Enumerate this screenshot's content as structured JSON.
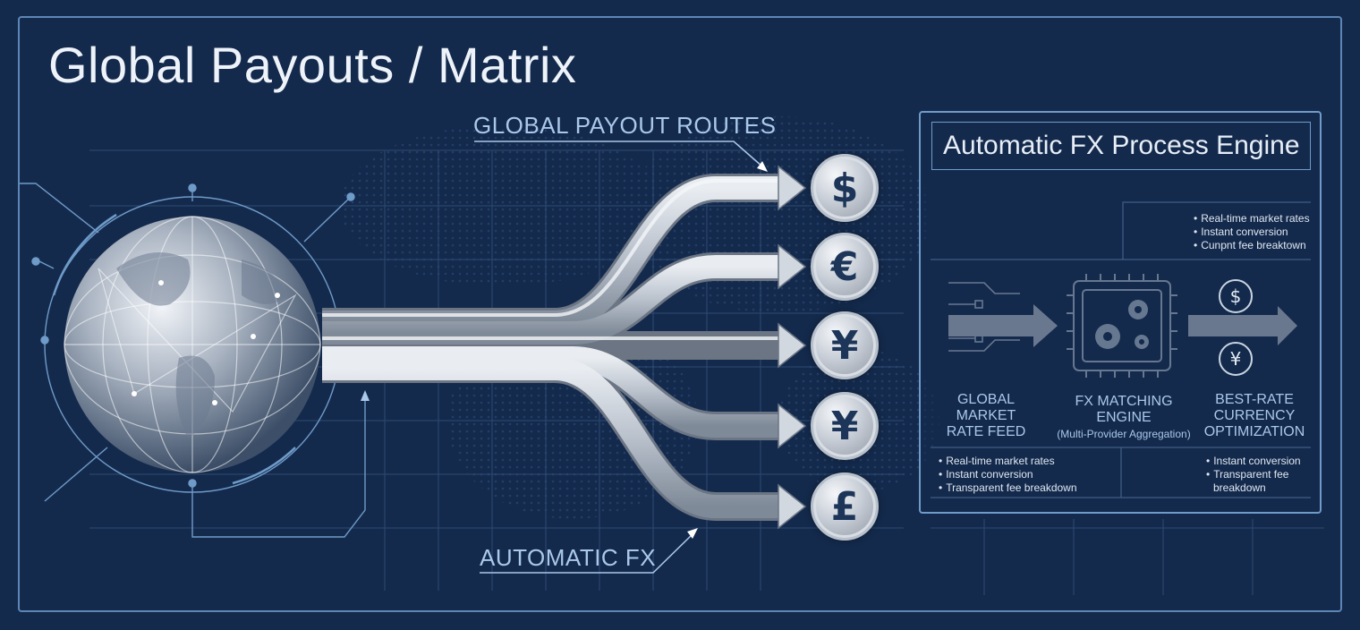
{
  "title": "Global Payouts / Matrix",
  "labels": {
    "routes": "GLOBAL PAYOUT ROUTES",
    "auto_fx": "AUTOMATIC FX"
  },
  "coins": [
    {
      "symbol": "$",
      "name": "dollar"
    },
    {
      "symbol": "€",
      "name": "euro"
    },
    {
      "symbol": "¥",
      "name": "yen"
    },
    {
      "symbol": "¥",
      "name": "yuan"
    },
    {
      "symbol": "£",
      "name": "pound"
    }
  ],
  "panel": {
    "title": "Automatic FX Process Engine",
    "top_bullets": [
      "Real-time market rates",
      "Instant conversion",
      "Cunpnt fee breaktown"
    ],
    "stages": [
      {
        "lines": [
          "GLOBAL",
          "MARKET",
          "RATE FEED"
        ],
        "sub": ""
      },
      {
        "lines": [
          "FX MATCHING",
          "ENGINE"
        ],
        "sub": "(Multi-Provider Aggregation)"
      },
      {
        "lines": [
          "BEST-RATE",
          "CURRENCY",
          "OPTIMIZATION"
        ],
        "sub": ""
      }
    ],
    "output_symbols": [
      "$",
      "¥"
    ],
    "bottom_left_bullets": [
      "Real-time market rates",
      "Instant conversion",
      "Transparent fee breakdown"
    ],
    "bottom_right_bullets": [
      "Instant conversion",
      "Transparent fee",
      "breakdown"
    ]
  },
  "colors": {
    "background": "#142a4c",
    "line": "#5d86b6",
    "label": "#a9c8ea",
    "metal": "#c7cdd6"
  }
}
